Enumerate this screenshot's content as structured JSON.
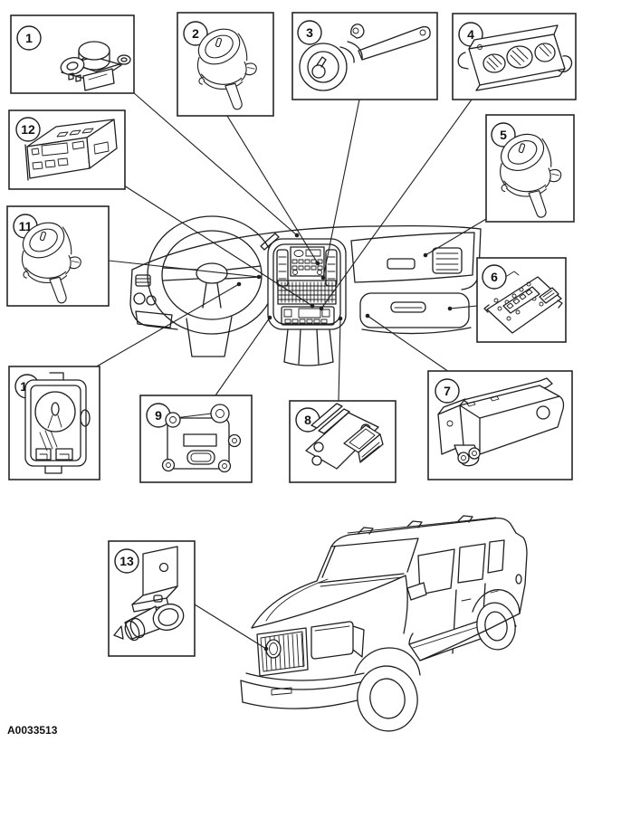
{
  "figure": {
    "code": "A0033513",
    "background": "#ffffff",
    "line_color": "#1f1f1f",
    "box_border_color": "#262626"
  },
  "callouts": [
    {
      "number": "1",
      "part_icon": "temperature-switch-icon"
    },
    {
      "number": "2",
      "part_icon": "vacuum-actuator-icon"
    },
    {
      "number": "3",
      "part_icon": "actuator-with-rod-icon"
    },
    {
      "number": "4",
      "part_icon": "climate-control-panel-icon"
    },
    {
      "number": "5",
      "part_icon": "vacuum-actuator-icon"
    },
    {
      "number": "6",
      "part_icon": "electronic-module-icon"
    },
    {
      "number": "7",
      "part_icon": "solenoid-block-icon"
    },
    {
      "number": "8",
      "part_icon": "blower-resistor-icon"
    },
    {
      "number": "9",
      "part_icon": "actuator-module-icon"
    },
    {
      "number": "10",
      "part_icon": "sensor-housing-icon"
    },
    {
      "number": "11",
      "part_icon": "vacuum-actuator-icon"
    },
    {
      "number": "12",
      "part_icon": "control-module-icon"
    },
    {
      "number": "13",
      "part_icon": "ambient-sensor-bracket-icon"
    }
  ],
  "illustrations": {
    "dashboard": "instrument-panel-with-steering-wheel-and-center-stack",
    "vehicle": "suv-front-three-quarter-view"
  }
}
